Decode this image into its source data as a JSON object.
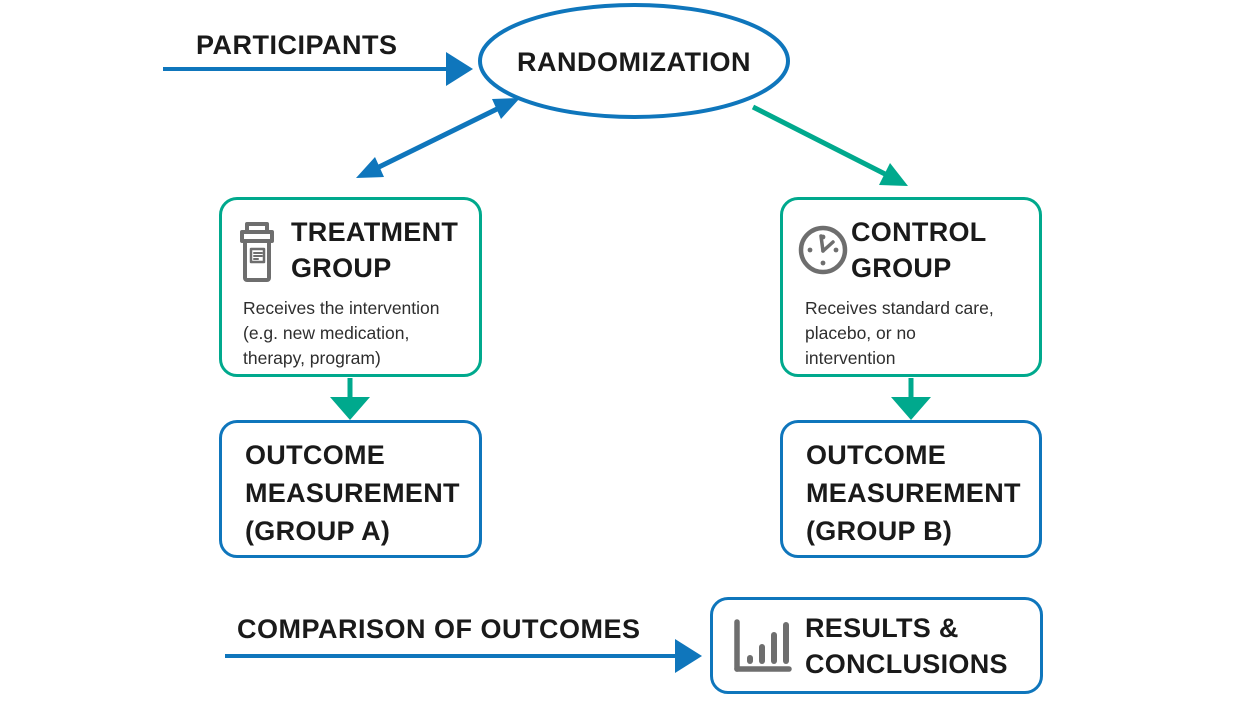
{
  "colors": {
    "accent_blue": "#0f76bc",
    "accent_teal": "#00a98d",
    "icon_gray": "#6e6e6e",
    "text_dark": "#1a1a1a"
  },
  "diagram": {
    "type": "flowchart",
    "topic": "Randomized controlled trial design",
    "participants_label": "PARTICIPANTS",
    "randomization_label": "RANDOMIZATION",
    "treatment_group": {
      "icon": "pill-bottle-icon",
      "title": "TREATMENT\nGROUP",
      "description": "Receives the intervention\n(e.g. new medication,\ntherapy, program)"
    },
    "control_group": {
      "icon": "clock-icon",
      "title": "CONTROL\nGROUP",
      "description": "Receives standard care,\nplacebo, or no\nintervention"
    },
    "outcome_a": {
      "title": "OUTCOME\nMEASUREMENT\n(GROUP A)"
    },
    "outcome_b": {
      "title": "OUTCOME\nMEASUREMENT\n(GROUP B)"
    },
    "comparison_label": "COMPARISON OF OUTCOMES",
    "results": {
      "icon": "bar-chart-icon",
      "title": "RESULTS &\nCONCLUSIONS"
    },
    "edges": [
      "participants -> randomization",
      "randomization <-> treatment_group",
      "randomization -> control_group",
      "treatment_group -> outcome_a",
      "control_group -> outcome_b",
      "comparison -> results"
    ]
  }
}
